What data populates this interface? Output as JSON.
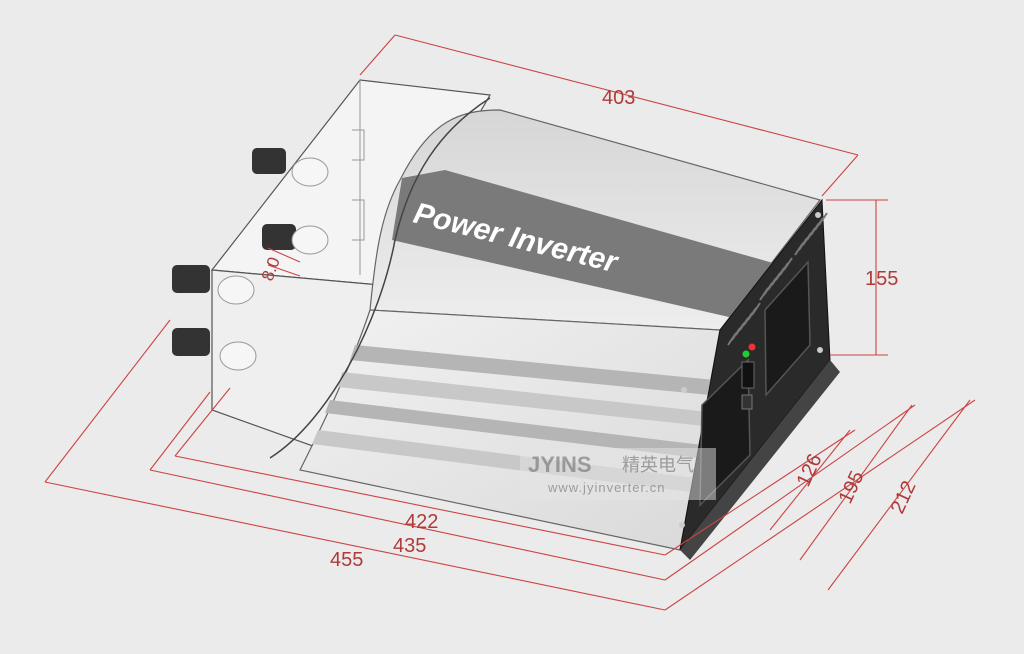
{
  "product": {
    "label": "Power Inverter"
  },
  "dimensions": {
    "width_top": "403",
    "height_front": "155",
    "length_422": "422",
    "length_435": "435",
    "length_455": "455",
    "depth_126": "126",
    "depth_195": "195",
    "depth_212": "212",
    "terminal_spacing": "8.0"
  },
  "watermark": {
    "brand": "JYINS",
    "brand_cn": "精英电气",
    "url": "www.jyinverter.cn"
  },
  "colors": {
    "dimension": "#c44444",
    "body_light": "#e2e2e2",
    "band": "#7a7a7a",
    "end_panel": "#2a2a2a"
  }
}
